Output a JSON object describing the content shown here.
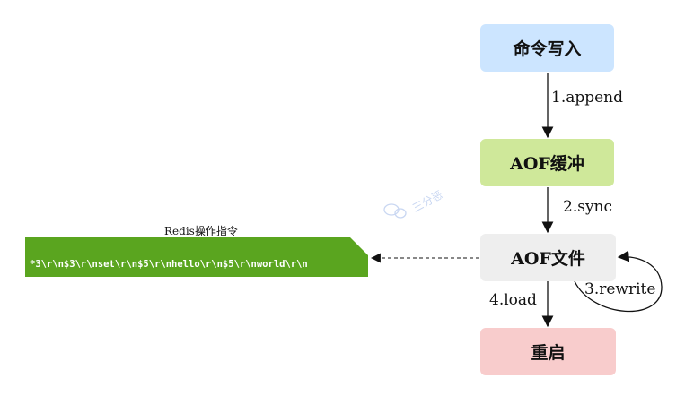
{
  "nodes": {
    "command_write": {
      "label": "命令写入",
      "color": "#cce5ff"
    },
    "aof_buffer": {
      "label": "AOF缓冲",
      "color": "#cfe89a"
    },
    "aof_file": {
      "label": "AOF文件",
      "color": "#eeeeee"
    },
    "restart": {
      "label": "重启",
      "color": "#f8cccc"
    }
  },
  "edges": {
    "append": "1.append",
    "sync": "2.sync",
    "rewrite": "3.rewrite",
    "load": "4.load"
  },
  "note": {
    "title": "Redis操作指令",
    "text": "*3\\r\\n$3\\r\\nset\\r\\n$5\\r\\nhello\\r\\n$5\\r\\nworld\\r\\n",
    "color": "#5aa51f"
  },
  "watermark": {
    "text": "三分恶"
  }
}
